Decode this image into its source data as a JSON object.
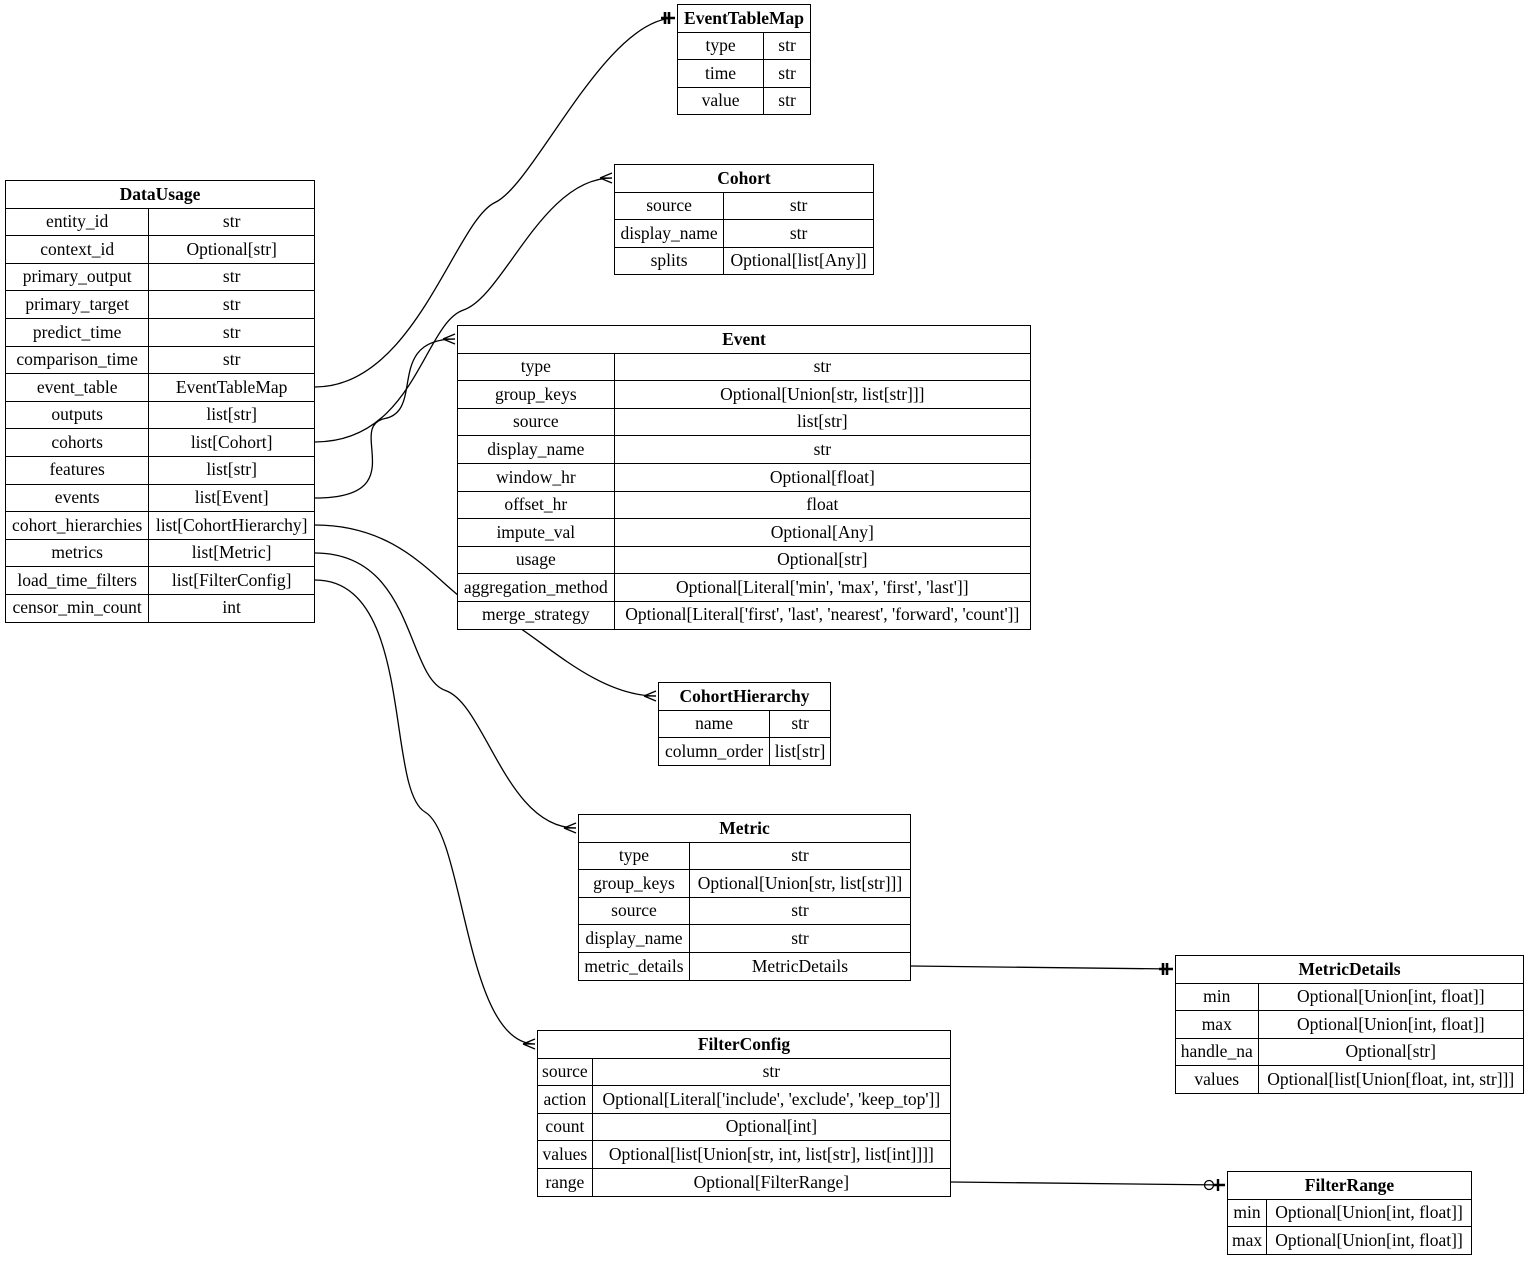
{
  "entities": {
    "EventTableMap": {
      "name": "EventTableMap",
      "fields": [
        {
          "name": "type",
          "type": "str"
        },
        {
          "name": "time",
          "type": "str"
        },
        {
          "name": "value",
          "type": "str"
        }
      ]
    },
    "Cohort": {
      "name": "Cohort",
      "fields": [
        {
          "name": "source",
          "type": "str"
        },
        {
          "name": "display_name",
          "type": "str"
        },
        {
          "name": "splits",
          "type": "Optional[list[Any]]"
        }
      ]
    },
    "DataUsage": {
      "name": "DataUsage",
      "fields": [
        {
          "name": "entity_id",
          "type": "str"
        },
        {
          "name": "context_id",
          "type": "Optional[str]"
        },
        {
          "name": "primary_output",
          "type": "str"
        },
        {
          "name": "primary_target",
          "type": "str"
        },
        {
          "name": "predict_time",
          "type": "str"
        },
        {
          "name": "comparison_time",
          "type": "str"
        },
        {
          "name": "event_table",
          "type": "EventTableMap"
        },
        {
          "name": "outputs",
          "type": "list[str]"
        },
        {
          "name": "cohorts",
          "type": "list[Cohort]"
        },
        {
          "name": "features",
          "type": "list[str]"
        },
        {
          "name": "events",
          "type": "list[Event]"
        },
        {
          "name": "cohort_hierarchies",
          "type": "list[CohortHierarchy]"
        },
        {
          "name": "metrics",
          "type": "list[Metric]"
        },
        {
          "name": "load_time_filters",
          "type": "list[FilterConfig]"
        },
        {
          "name": "censor_min_count",
          "type": "int"
        }
      ]
    },
    "Event": {
      "name": "Event",
      "fields": [
        {
          "name": "type",
          "type": "str"
        },
        {
          "name": "group_keys",
          "type": "Optional[Union[str, list[str]]]"
        },
        {
          "name": "source",
          "type": "list[str]"
        },
        {
          "name": "display_name",
          "type": "str"
        },
        {
          "name": "window_hr",
          "type": "Optional[float]"
        },
        {
          "name": "offset_hr",
          "type": "float"
        },
        {
          "name": "impute_val",
          "type": "Optional[Any]"
        },
        {
          "name": "usage",
          "type": "Optional[str]"
        },
        {
          "name": "aggregation_method",
          "type": "Optional[Literal['min', 'max', 'first', 'last']]"
        },
        {
          "name": "merge_strategy",
          "type": "Optional[Literal['first', 'last', 'nearest', 'forward', 'count']]"
        }
      ]
    },
    "CohortHierarchy": {
      "name": "CohortHierarchy",
      "fields": [
        {
          "name": "name",
          "type": "str"
        },
        {
          "name": "column_order",
          "type": "list[str]"
        }
      ]
    },
    "Metric": {
      "name": "Metric",
      "fields": [
        {
          "name": "type",
          "type": "str"
        },
        {
          "name": "group_keys",
          "type": "Optional[Union[str, list[str]]]"
        },
        {
          "name": "source",
          "type": "str"
        },
        {
          "name": "display_name",
          "type": "str"
        },
        {
          "name": "metric_details",
          "type": "MetricDetails"
        }
      ]
    },
    "MetricDetails": {
      "name": "MetricDetails",
      "fields": [
        {
          "name": "min",
          "type": "Optional[Union[int, float]]"
        },
        {
          "name": "max",
          "type": "Optional[Union[int, float]]"
        },
        {
          "name": "handle_na",
          "type": "Optional[str]"
        },
        {
          "name": "values",
          "type": "Optional[list[Union[float, int, str]]]"
        }
      ]
    },
    "FilterConfig": {
      "name": "FilterConfig",
      "fields": [
        {
          "name": "source",
          "type": "str"
        },
        {
          "name": "action",
          "type": "Optional[Literal['include', 'exclude', 'keep_top']]"
        },
        {
          "name": "count",
          "type": "Optional[int]"
        },
        {
          "name": "values",
          "type": "Optional[list[Union[str, int, list[str], list[int]]]]"
        },
        {
          "name": "range",
          "type": "Optional[FilterRange]"
        }
      ]
    },
    "FilterRange": {
      "name": "FilterRange",
      "fields": [
        {
          "name": "min",
          "type": "Optional[Union[int, float]]"
        },
        {
          "name": "max",
          "type": "Optional[Union[int, float]]"
        }
      ]
    }
  },
  "relationships": [
    {
      "from": "DataUsage.event_table",
      "to": "EventTableMap",
      "cardinality": "exactly-one"
    },
    {
      "from": "DataUsage.cohorts",
      "to": "Cohort",
      "cardinality": "many"
    },
    {
      "from": "DataUsage.events",
      "to": "Event",
      "cardinality": "many"
    },
    {
      "from": "DataUsage.cohort_hierarchies",
      "to": "CohortHierarchy",
      "cardinality": "many"
    },
    {
      "from": "DataUsage.metrics",
      "to": "Metric",
      "cardinality": "many"
    },
    {
      "from": "DataUsage.load_time_filters",
      "to": "FilterConfig",
      "cardinality": "many"
    },
    {
      "from": "Metric.metric_details",
      "to": "MetricDetails",
      "cardinality": "exactly-one"
    },
    {
      "from": "FilterConfig.range",
      "to": "FilterRange",
      "cardinality": "zero-or-one"
    }
  ]
}
